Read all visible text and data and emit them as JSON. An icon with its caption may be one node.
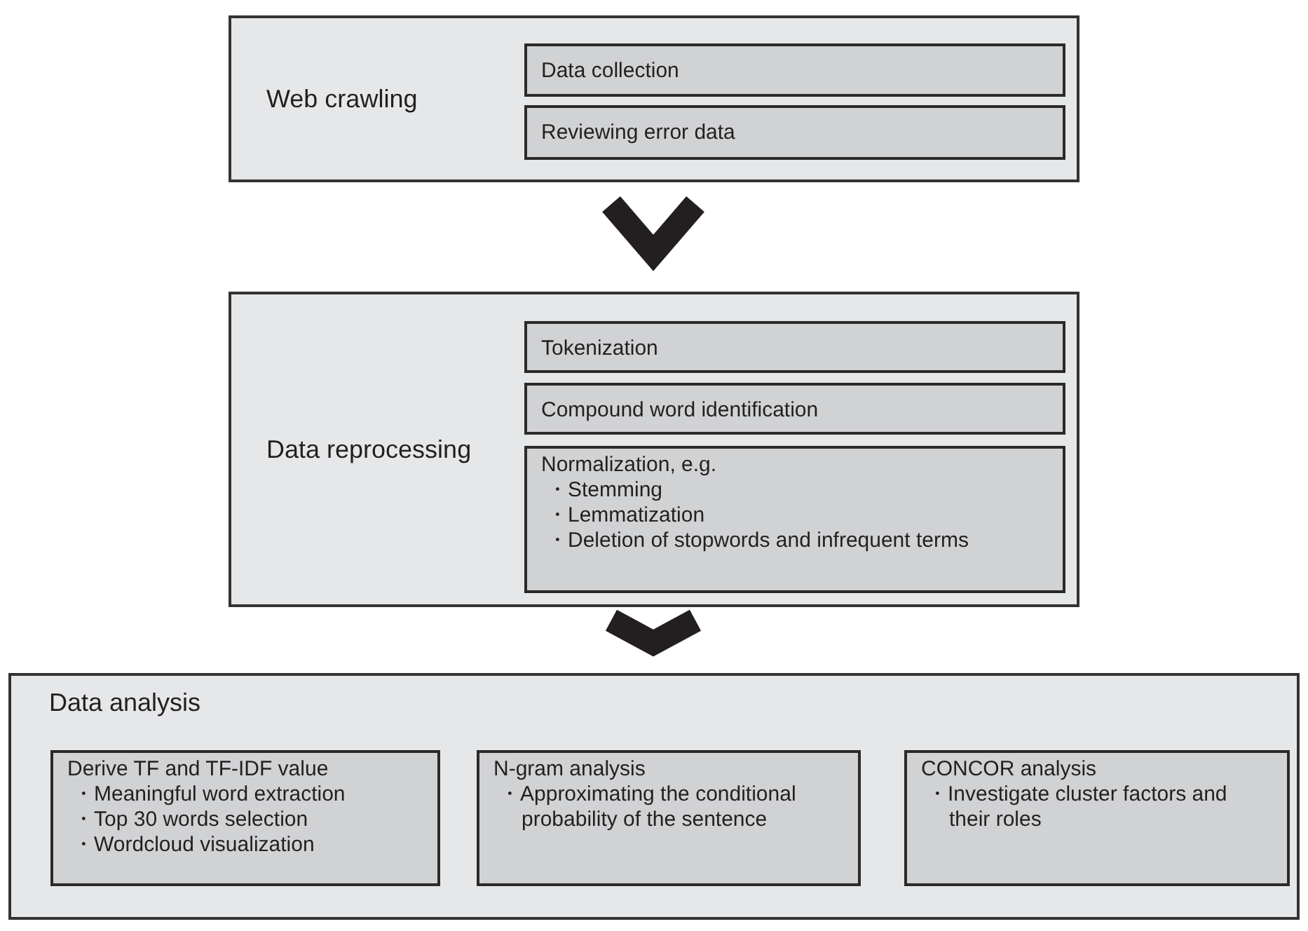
{
  "diagram": {
    "nodes": [
      {
        "text": [
          "Web crawling"
        ]
      },
      {
        "text": [
          "Data collection"
        ],
        "in": 0
      },
      {
        "text": [
          "Reviewing error data"
        ],
        "in": 0
      },
      {
        "text": [
          "Data reprocessing"
        ]
      },
      {
        "text": [
          "Tokenization"
        ],
        "in": 3
      },
      {
        "text": [
          "Compound word identification"
        ],
        "in": 3
      },
      {
        "text": [
          "Normalization, e.g.",
          "・Stemming",
          "・Lemmatization",
          "・Deletion of stopwords and infrequent terms"
        ],
        "in": 3
      },
      {
        "text": [
          "Data analysis"
        ]
      },
      {
        "text": [
          "Derive TF and TF-IDF value",
          "・Meaningful word extraction",
          "・Top 30 words selection",
          "・Wordcloud visualization"
        ],
        "in": 7
      },
      {
        "text": [
          "N-gram analysis",
          "・Approximating the conditional probability of the sentence"
        ],
        "in": 7
      },
      {
        "text": [
          "CONCOR analysis",
          "・Investigate cluster factors and their roles"
        ],
        "in": 7
      }
    ],
    "edges": [
      {
        "from": 0,
        "to": 3,
        "arrow": "to"
      },
      {
        "from": 3,
        "to": 7,
        "arrow": "to"
      }
    ]
  }
}
